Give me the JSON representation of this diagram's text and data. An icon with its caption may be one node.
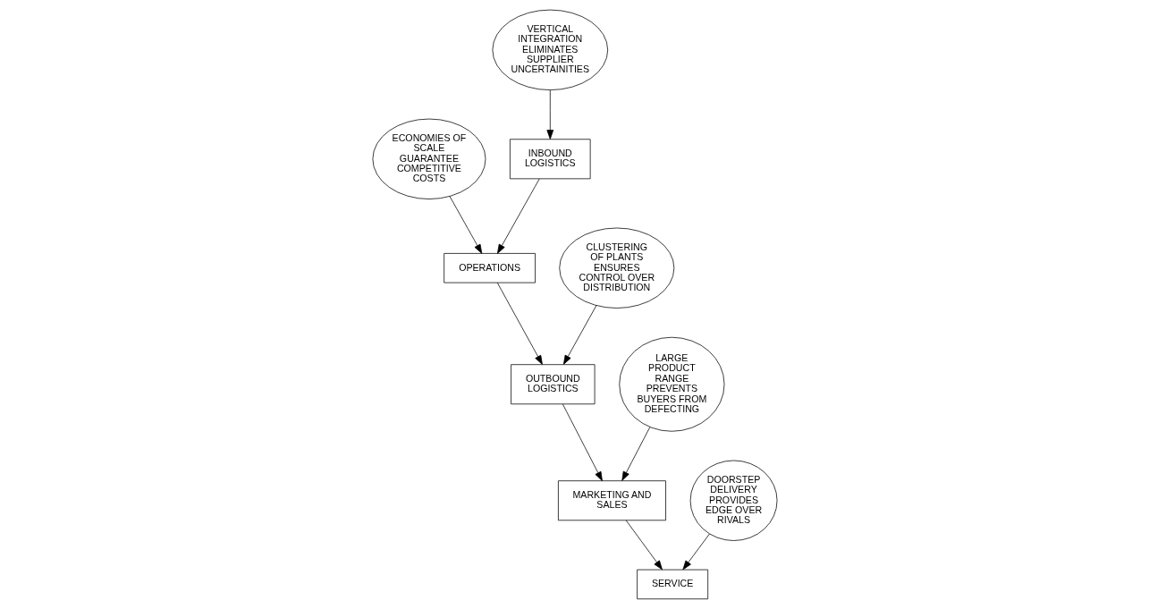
{
  "diagram": {
    "nodes": [
      {
        "text": [
          "ECONOMIES OF SCALE GUARANTEE COMPETITIVE COSTS"
        ]
      },
      {
        "text": [
          "OPERATIONS"
        ]
      },
      {
        "text": [
          "MARKETING AND SALES"
        ]
      },
      {
        "text": [
          "LARGE PRODUCT RANGE PREVENTS BUYERS FROM DEFECTING"
        ]
      },
      {
        "text": [
          "INBOUND LOGISTICS"
        ]
      },
      {
        "text": [
          "CLUSTERING OF PLANTS ENSURES CONTROL OVER DISTRIBUTION"
        ]
      },
      {
        "text": [
          "SERVICE"
        ]
      },
      {
        "text": [
          "VERTICAL INTEGRATION ELIMINATES SUPPLIER UNCERTAINITIES"
        ]
      },
      {
        "text": [
          "OUTBOUND LOGISTICS"
        ]
      },
      {
        "text": [
          "DOORSTEP DELIVERY PROVIDES EDGE OVER RIVALS"
        ]
      }
    ],
    "edges": [
      {
        "from": 0,
        "to": 1,
        "arrow": "to"
      },
      {
        "from": 3,
        "to": 2,
        "arrow": "to"
      },
      {
        "from": 4,
        "to": 1,
        "arrow": "to"
      },
      {
        "from": 7,
        "to": 4,
        "arrow": "to"
      },
      {
        "from": 5,
        "to": 8,
        "arrow": "to"
      },
      {
        "from": 1,
        "to": 8,
        "arrow": "to"
      },
      {
        "from": 8,
        "to": 2,
        "arrow": "to"
      },
      {
        "from": 2,
        "to": 6,
        "arrow": "to"
      },
      {
        "from": 9,
        "to": 6,
        "arrow": "to"
      }
    ]
  }
}
